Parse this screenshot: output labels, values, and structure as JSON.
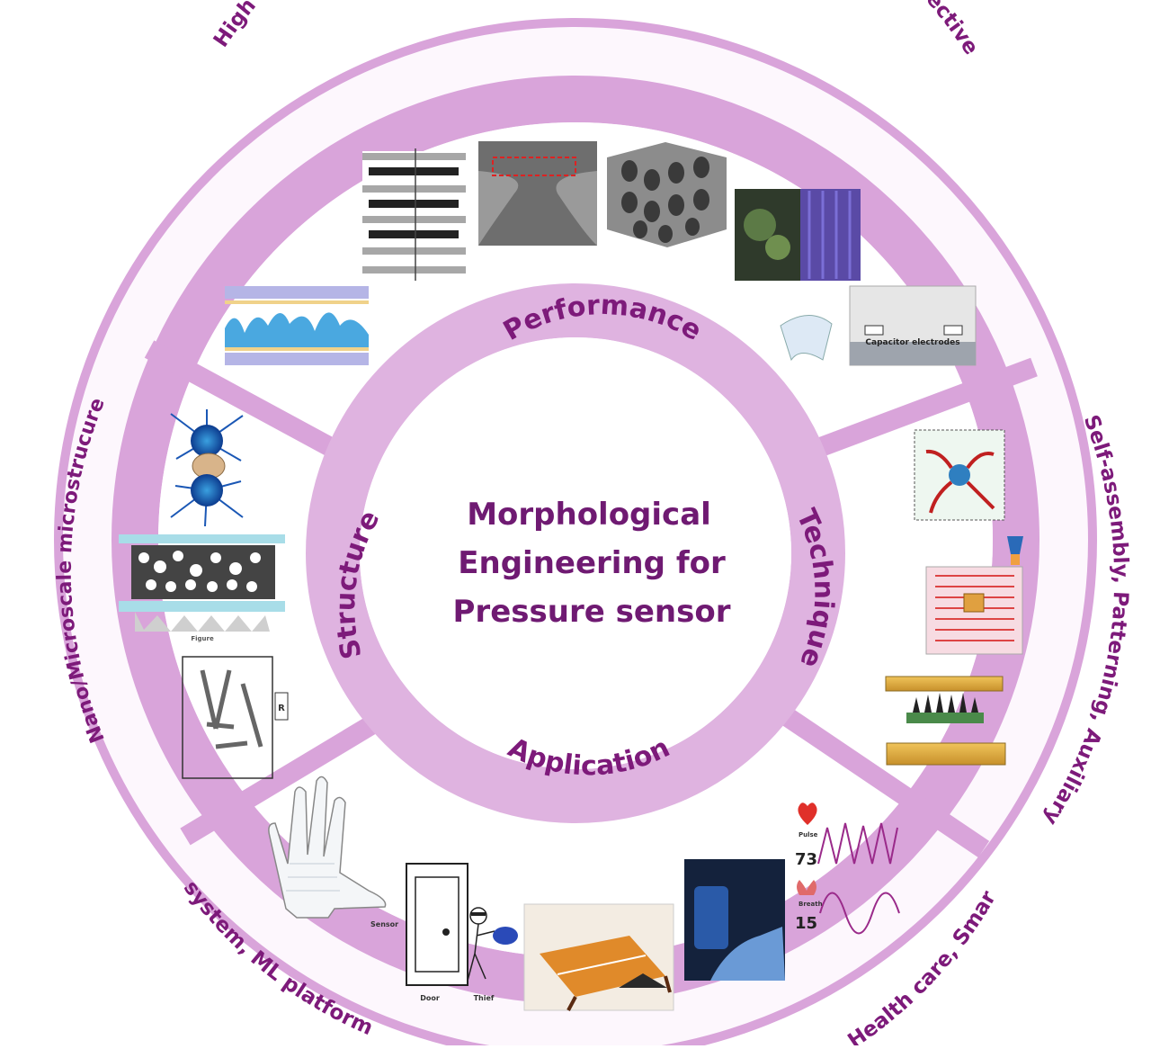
{
  "center": {
    "lines": [
      "Morphological",
      "Engineering for",
      "Pressure sensor"
    ]
  },
  "inner_ring": {
    "performance": "Performance",
    "technique": "Technique",
    "application": "Application",
    "structure": "Structure"
  },
  "outer_ring": {
    "performance": "High sensitivity, Broad range,  Stable,  Low hysteresis, Transprent, Selective",
    "technique": "Self-assembly, Patterning, Auxiliary",
    "application_right": "Health care, Smart",
    "application_left": "system, ML platform",
    "structure": "Nano/Microscale microstrucure"
  },
  "illustrations": {
    "capacitor_label": "Capacitor electrodes",
    "pulse_label": "Pulse",
    "pulse_value": "73",
    "breath_label": "Breath",
    "breath_value": "15",
    "sensor_label": "Sensor",
    "door_label": "Door",
    "thief_label": "Thief",
    "resistor_label": "R",
    "figure_label": "Figure"
  },
  "colors": {
    "ring": "#d7a3d8",
    "inner_ring": "#e0b3e1",
    "text": "#7d1a7a",
    "center_text": "#6f1a72",
    "background": "#ffffff",
    "outer_band_fill": "#fdf7fd"
  }
}
